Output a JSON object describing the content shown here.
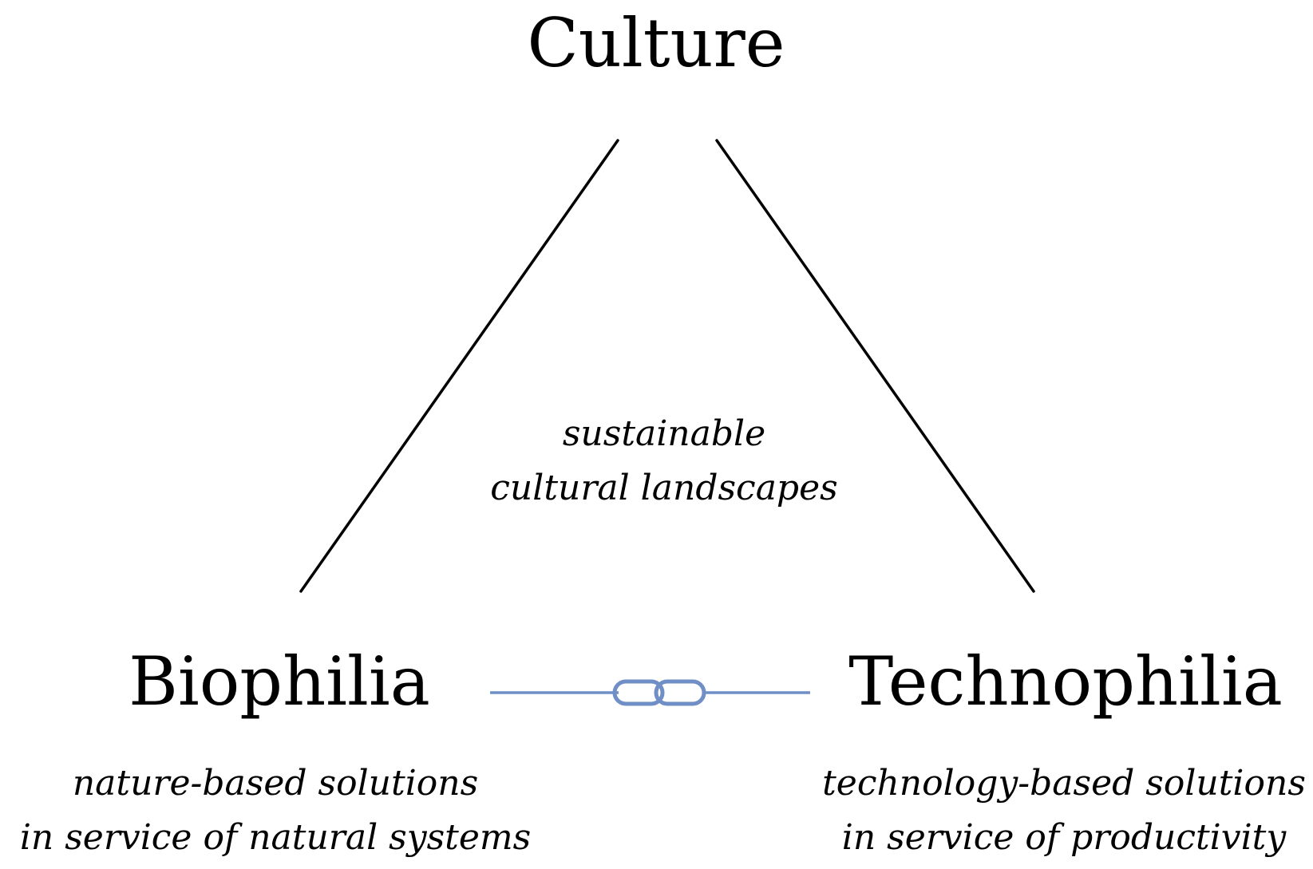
{
  "nodes": {
    "culture": {
      "title": "Culture"
    },
    "biophilia": {
      "title": "Biophilia",
      "caption_lines": [
        "nature-based solutions",
        "in service of natural systems"
      ]
    },
    "technophilia": {
      "title": "Technophilia",
      "caption_lines": [
        "technology-based solutions",
        "in service of productivity"
      ]
    }
  },
  "center": {
    "caption_lines": [
      "sustainable",
      "cultural landscapes"
    ]
  },
  "connector": {
    "icon": "chain-link-icon",
    "color": "#6f8fc6"
  },
  "line_color": "#000000"
}
